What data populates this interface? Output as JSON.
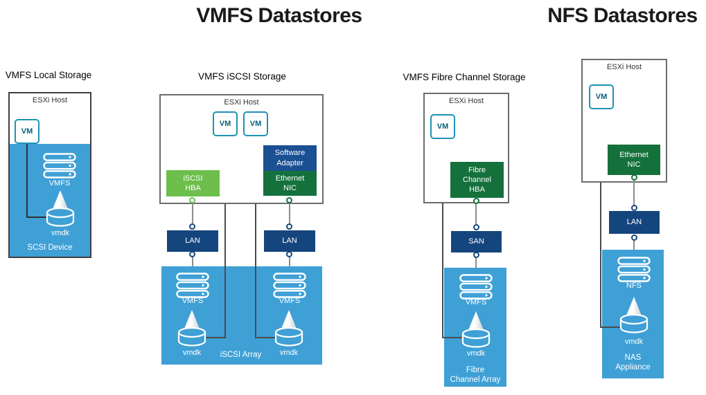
{
  "headers": {
    "vmfs": "VMFS Datastores",
    "nfs": "NFS Datastores"
  },
  "local": {
    "subtitle": "VMFS Local Storage",
    "host": "ESXi Host",
    "vm": "VM",
    "fs": "VMFS",
    "disk": "vmdk",
    "device": "SCSI Device"
  },
  "iscsi": {
    "subtitle": "VMFS iSCSI Storage",
    "host": "ESXi Host",
    "vm1": "VM",
    "vm2": "VM",
    "hba": "iSCSI\nHBA",
    "adapter": "Software\nAdapter",
    "nic": "Ethernet\nNIC",
    "lan1": "LAN",
    "lan2": "LAN",
    "fs1": "VMFS",
    "disk1": "vmdk",
    "fs2": "VMFS",
    "disk2": "vmdk",
    "array": "iSCSI Array"
  },
  "fc": {
    "subtitle": "VMFS Fibre Channel Storage",
    "host": "ESXi Host",
    "vm": "VM",
    "hba": "Fibre\nChannel\nHBA",
    "san": "SAN",
    "fs": "VMFS",
    "disk": "vmdk",
    "array": "Fibre\nChannel Array"
  },
  "nfs": {
    "host": "ESXi Host",
    "vm": "VM",
    "nic": "Ethernet\nNIC",
    "lan": "LAN",
    "fs": "NFS",
    "disk": "vmdk",
    "array": "NAS\nAppliance"
  },
  "colors": {
    "array_blue": "#3FA0D6",
    "navy": "#15457D",
    "adapter_blue": "#1B5092",
    "green_dark": "#14713C",
    "green_light": "#6DBE4B",
    "vm_teal": "#1E92B6"
  }
}
